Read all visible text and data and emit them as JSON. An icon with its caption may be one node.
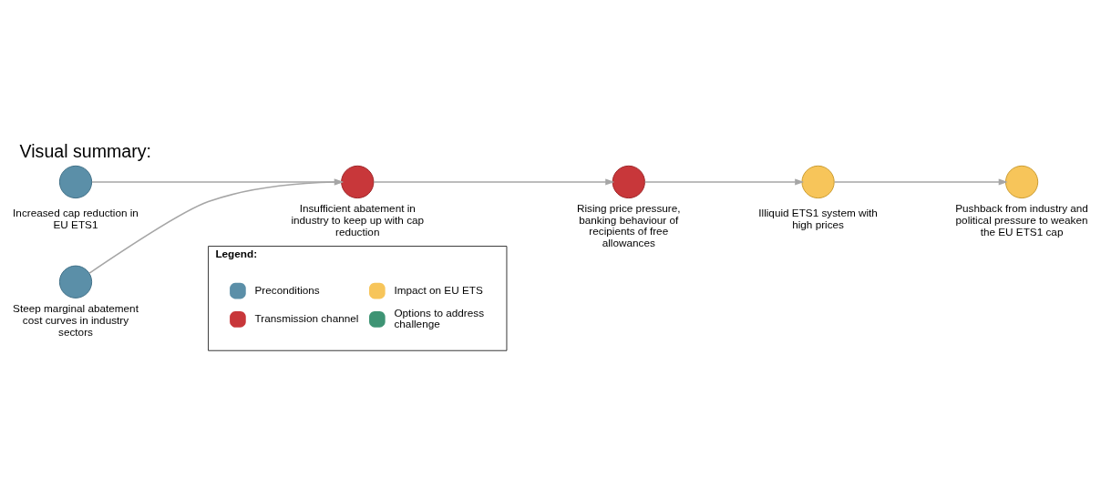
{
  "diagram": {
    "title": "Visual summary:",
    "nodes": [
      {
        "text": [],
        "shape": "circle",
        "beside": [
          "Increased cap reduction in EU ETS1"
        ]
      },
      {
        "text": [],
        "shape": "circle",
        "beside": [
          "Steep marginal abatement cost curves in industry sectors"
        ]
      },
      {
        "text": [],
        "shape": "circle",
        "beside": [
          "Insufficient abatement in industry to keep up with cap reduction"
        ]
      },
      {
        "text": [],
        "shape": "circle",
        "beside": [
          "Rising price pressure, banking behaviour of recipients of free allowances"
        ]
      },
      {
        "text": [],
        "shape": "circle",
        "beside": [
          "Illiquid ETS1 system with high prices"
        ]
      },
      {
        "text": [],
        "shape": "circle",
        "beside": [
          "Pushback from industry and political pressure to weaken the EU ETS1 cap"
        ]
      },
      {
        "text": [
          "Legend:"
        ]
      }
    ],
    "edges": [
      {
        "from": 0,
        "to": 2,
        "arrow": "to"
      },
      {
        "from": 1,
        "to": 2,
        "arrow": "to"
      },
      {
        "from": 2,
        "to": 3,
        "arrow": "to"
      },
      {
        "from": 3,
        "to": 4,
        "arrow": "to"
      },
      {
        "from": 4,
        "to": 5,
        "arrow": "to"
      }
    ],
    "legend": [
      {
        "text": "Preconditions",
        "color": "#5b8fa8"
      },
      {
        "text": "Impact on EU ETS",
        "color": "#f7c55a"
      },
      {
        "text": "Transmission channel",
        "color": "#c8373a"
      },
      {
        "text": "Options to address challenge",
        "color": "#3e9474"
      }
    ]
  }
}
